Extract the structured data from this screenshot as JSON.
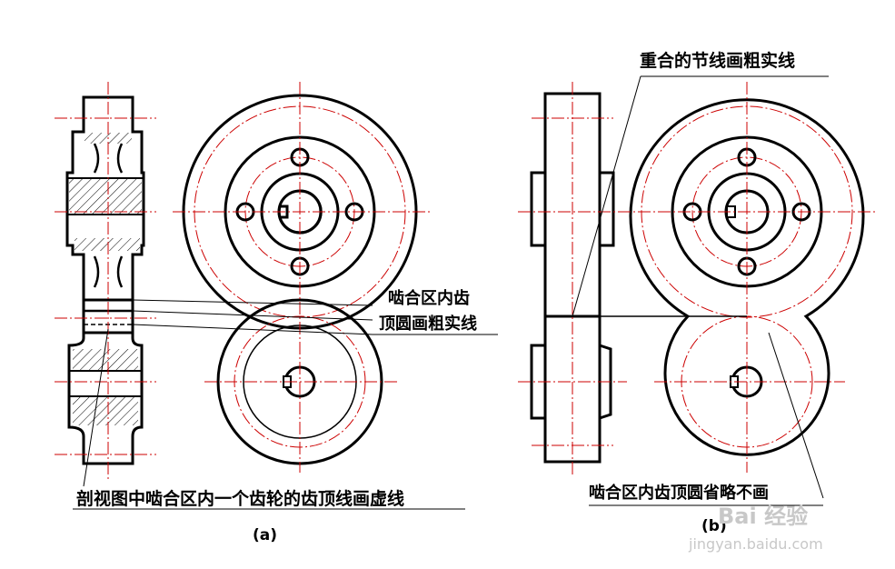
{
  "labels": {
    "mesh_tip_line1": "啮合区内齿",
    "mesh_tip_line2": "顶圆画粗实线",
    "section_dashed": "剖视图中啮合区内一个齿轮的齿顶线画虚线",
    "fig_a": "(a)",
    "pitch_thick": "重合的节线画粗实线",
    "omit_tip": "啮合区内齿顶圆省略不画",
    "fig_b": "(b)"
  },
  "watermark": {
    "brand": "Bai 经验",
    "url": "jingyan.baidu.com"
  },
  "colors": {
    "outline": "#000000",
    "centerline": "#cc0000",
    "hatch": "#000000",
    "watermark": "#c8c8c8"
  }
}
